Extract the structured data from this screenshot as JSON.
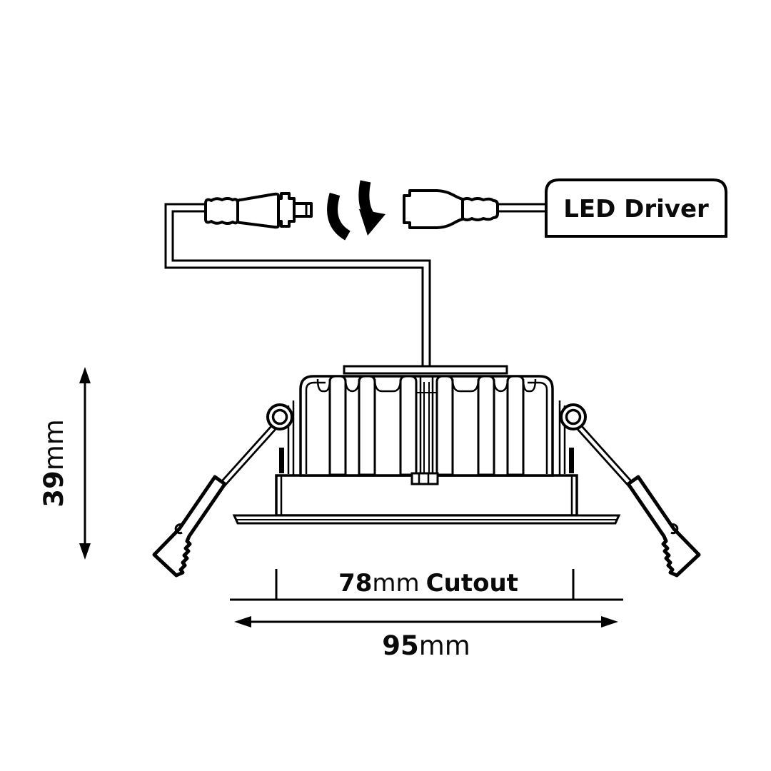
{
  "diagram": {
    "led_driver": {
      "label": "LED Driver"
    },
    "dimensions": {
      "height": {
        "value": "39",
        "unit": "mm"
      },
      "cutout": {
        "value": "78",
        "unit": "mm",
        "suffix": "Cutout"
      },
      "overall": {
        "value": "95",
        "unit": "mm"
      }
    },
    "colors": {
      "line": "#000000",
      "background": "#ffffff",
      "text": "#0a0a0a"
    }
  }
}
